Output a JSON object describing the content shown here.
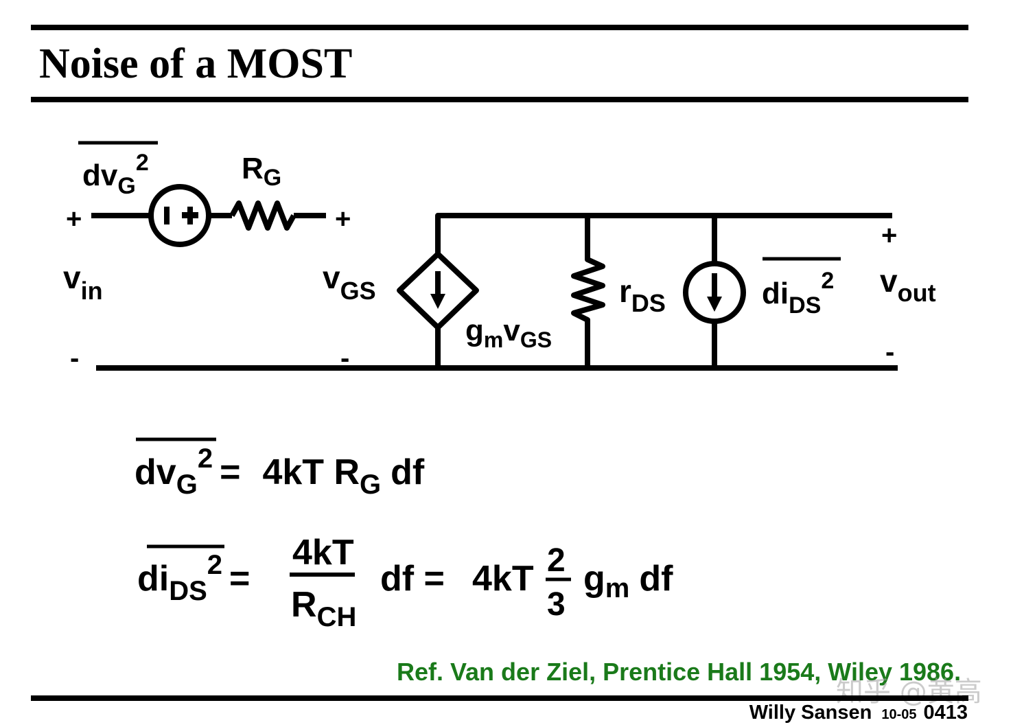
{
  "title": "Noise of a MOST",
  "circuit": {
    "noise_source": {
      "base": "dv",
      "sub": "G",
      "sup": "2"
    },
    "gate_resistor": {
      "base": "R",
      "sub": "G"
    },
    "input": {
      "base": "v",
      "sub": "in",
      "plus": "+",
      "minus": "-"
    },
    "vgs": {
      "base": "v",
      "sub": "GS",
      "plus": "+",
      "minus": "-"
    },
    "controlled_source": {
      "g": "g",
      "gsub": "m",
      "v": "v",
      "vsub": "GS"
    },
    "output_resistance": {
      "base": "r",
      "sub": "DS"
    },
    "drain_noise": {
      "base": "di",
      "sub": "DS",
      "sup": "2"
    },
    "output": {
      "base": "v",
      "sub": "out",
      "plus": "+",
      "minus": "-"
    }
  },
  "equations": {
    "eq1": {
      "lhs_base": "dv",
      "lhs_sub": "G",
      "lhs_sup": "2",
      "eq": "=",
      "rhs_a": "4kT R",
      "rhs_sub": "G",
      "rhs_b": "df"
    },
    "eq2": {
      "lhs_base": "di",
      "lhs_sub": "DS",
      "lhs_sup": "2",
      "eq": "=",
      "num": "4kT",
      "den_base": "R",
      "den_sub": "CH",
      "mid": "df =",
      "rhs_a": "4kT",
      "frac_num": "2",
      "frac_den": "3",
      "g": "g",
      "gsub": "m",
      "end": "df"
    }
  },
  "reference": "Ref. Van der Ziel, Prentice Hall 1954, Wiley 1986.",
  "footer": {
    "author": "Willy Sansen",
    "date": "10-05",
    "slide": "0413"
  },
  "watermark": "知乎 @黄高"
}
